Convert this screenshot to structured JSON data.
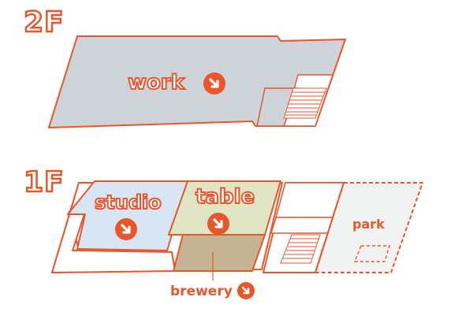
{
  "floors": {
    "upper": {
      "label": "2F"
    },
    "lower": {
      "label": "1F"
    }
  },
  "areas": {
    "work": {
      "label": "work"
    },
    "studio": {
      "label": "studio"
    },
    "table": {
      "label": "table"
    },
    "brewery": {
      "label": "brewery"
    },
    "park": {
      "label": "park"
    }
  },
  "colors": {
    "accent": "#e8562a",
    "work_fill": "#cdd3d9",
    "studio_fill": "#d7e6f2",
    "table_fill": "#dfe5c5",
    "brewery_fill": "#c4b494",
    "park_fill": "#f1f2f2"
  },
  "icons": {
    "go": "arrow-down-right-icon"
  }
}
